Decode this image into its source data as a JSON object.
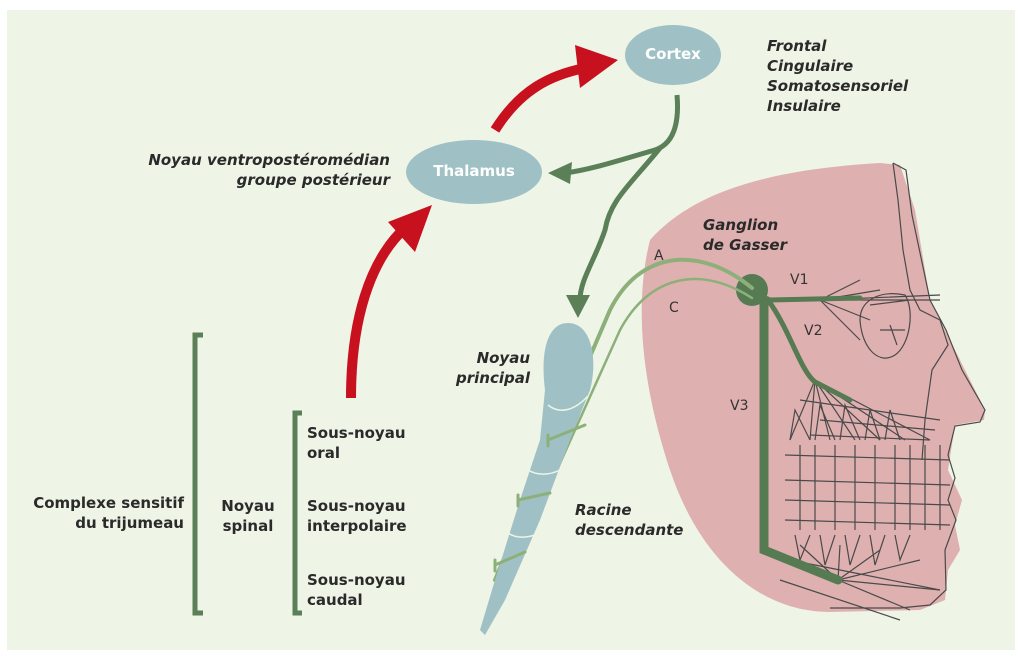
{
  "colors": {
    "background": "#eef4e6",
    "node": "#9fc1c5",
    "ascending_arrow": "#c8111e",
    "descending_arrow": "#5b7f57",
    "face": "#dfb0b0",
    "nerve_dark": "#567b52",
    "nerve_light": "#8db07a"
  },
  "nodes": {
    "cortex": "Cortex",
    "thalamus": "Thalamus"
  },
  "cortex_areas": [
    "Frontal",
    "Cingulaire",
    "Somatosensoriel",
    "Insulaire"
  ],
  "thalamus_label": [
    "Noyau ventropostéromédian",
    "groupe postérieur"
  ],
  "ganglion_label": [
    "Ganglion",
    "de Gasser"
  ],
  "fiber_labels": {
    "a": "A",
    "c": "C"
  },
  "branches": {
    "v1": "V1",
    "v2": "V2",
    "v3": "V3"
  },
  "noyau_principal": [
    "Noyau",
    "principal"
  ],
  "racine": [
    "Racine",
    "descendante"
  ],
  "complexe": [
    "Complexe sensitif",
    "du trijumeau"
  ],
  "noyau_spinal": [
    "Noyau",
    "spinal"
  ],
  "sous_noyaux": [
    [
      "Sous-noyau",
      "oral"
    ],
    [
      "Sous-noyau",
      "interpolaire"
    ],
    [
      "Sous-noyau",
      "caudal"
    ]
  ]
}
